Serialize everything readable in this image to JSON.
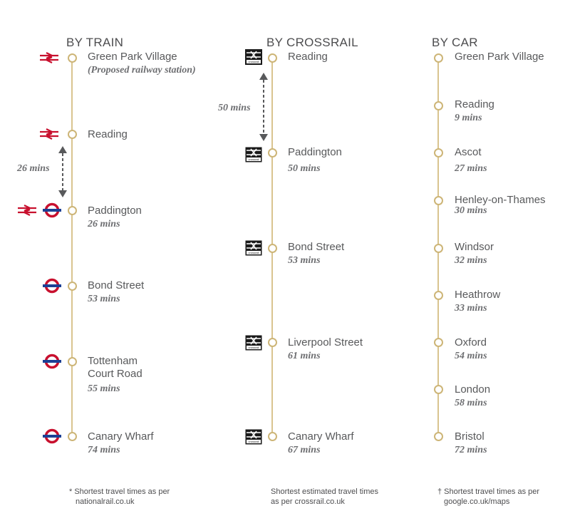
{
  "columns": {
    "train": {
      "title": "BY TRAIN",
      "stops": [
        {
          "name": "Green Park Village",
          "note": "(Proposed railway station)"
        },
        {
          "name": "Reading"
        },
        {
          "name": "Paddington",
          "time": "26 mins"
        },
        {
          "name": "Bond Street",
          "time": "53 mins"
        },
        {
          "name": "Tottenham",
          "name2": "Court Road",
          "time": "55 mins"
        },
        {
          "name": "Canary Wharf",
          "time": "74 mins"
        }
      ],
      "arrow_label": "26 mins",
      "footnote": [
        "* Shortest travel times as per",
        "nationalrail.co.uk"
      ]
    },
    "crossrail": {
      "title": "BY CROSSRAIL",
      "stops": [
        {
          "name": "Reading"
        },
        {
          "name": "Paddington",
          "time": "50 mins"
        },
        {
          "name": "Bond Street",
          "time": "53 mins"
        },
        {
          "name": "Liverpool Street",
          "time": "61 mins"
        },
        {
          "name": "Canary Wharf",
          "time": "67 mins"
        }
      ],
      "arrow_label": "50 mins",
      "footnote": [
        "Shortest estimated travel times",
        "as per crossrail.co.uk"
      ]
    },
    "car": {
      "title": "BY CAR",
      "stops": [
        {
          "name": "Green Park Village"
        },
        {
          "name": "Reading",
          "time": "9 mins"
        },
        {
          "name": "Ascot",
          "time": "27 mins"
        },
        {
          "name": "Henley-on-Thames",
          "time": "30 mins"
        },
        {
          "name": "Windsor",
          "time": "32 mins"
        },
        {
          "name": "Heathrow",
          "time": "33 mins"
        },
        {
          "name": "Oxford",
          "time": "54 mins"
        },
        {
          "name": "London",
          "time": "58 mins"
        },
        {
          "name": "Bristol",
          "time": "72 mins"
        }
      ],
      "footnote": [
        "† Shortest travel times as per",
        "google.co.uk/maps"
      ]
    }
  },
  "icons": {
    "national_rail": "national-rail-icon",
    "underground": "london-underground-icon",
    "crossrail": "crossrail-icon",
    "crossrail_word": "crossrail"
  },
  "colors": {
    "line": "#d9c48f",
    "dot": "#cdb577",
    "rail_red": "#c8102e",
    "tube_blue": "#1c3f94"
  }
}
